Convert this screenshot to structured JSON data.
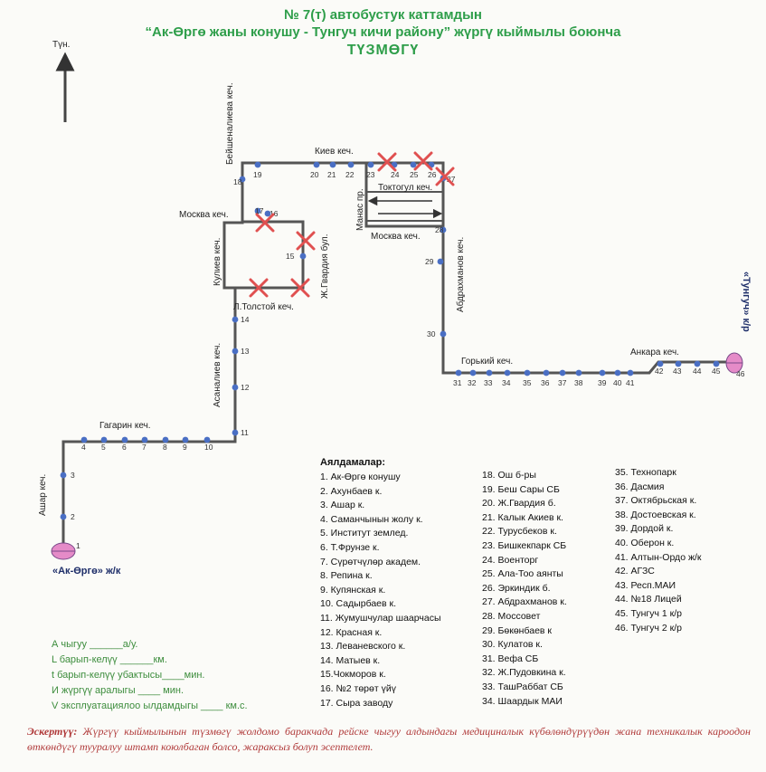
{
  "header": {
    "line1": "№ 7(т) автобустук каттамдын",
    "line2": "“Ак-Өргө жаны конушу - Тунгуч кичи району” жүргү кыймылы боюнча",
    "line3": "ТҮЗМӨГҮ"
  },
  "map": {
    "north_label": "Түн.",
    "streets": {
      "kiev": "Киев кеч.",
      "beishenalieva": "Бейшеналиева кеч.",
      "moskva_left": "Москва кеч.",
      "moskva_right": "Москва кеч.",
      "kuliev": "Кулиев кеч.",
      "gvardiya": "Ж.Гвардия бул.",
      "tolstoy": "Л.Толстой кеч.",
      "asanaliev": "Асаналиев кеч.",
      "gagarin": "Гагарин кеч.",
      "ashar": "Ашар кеч.",
      "manas": "Манас пр.",
      "toktogul": "Токтогул кеч.",
      "abdrakhmanov": "Абдрахманов кеч.",
      "gorky": "Горький кеч.",
      "ankara": "Анкара кеч."
    },
    "terminal_start": "«Ак-Өргө» ж/к",
    "terminal_end": "«Тунгуч» к/р",
    "stop_numbers": [
      "1",
      "2",
      "3",
      "4",
      "5",
      "6",
      "7",
      "8",
      "9",
      "10",
      "11",
      "12",
      "13",
      "14",
      "15",
      "16",
      "17",
      "18",
      "19",
      "20",
      "21",
      "22",
      "23",
      "24",
      "25",
      "26",
      "27",
      "28",
      "29",
      "30",
      "31",
      "32",
      "33",
      "34",
      "35",
      "36",
      "37",
      "38",
      "39",
      "40",
      "41",
      "42",
      "43",
      "44",
      "45",
      "46"
    ],
    "colors": {
      "route": "#555555",
      "stop": "#4a6fc4",
      "cross": "#e05050",
      "terminal": "#e58bc8"
    }
  },
  "legend": {
    "title": "Аялдамалар:",
    "col1": [
      "1. Ак-Өргө конушу",
      "2. Ахунбаев к.",
      "3. Ашар к.",
      "4. Саманчынын жолу к.",
      "5. Институт землед.",
      "6. Т.Фрунзе к.",
      "7. Сүрөтчүлөр академ.",
      "8. Репина к.",
      "9. Купянская к.",
      "10. Садырбаев к.",
      "11. Жумушчулар шаарчасы",
      "12. Красная к.",
      "13. Леваневского к.",
      "14. Матыев к.",
      "15.Чокморов к.",
      "16. №2 төрөт үйү",
      "17. Сыра заводу"
    ],
    "col2": [
      "18. Ош б-ры",
      "19. Беш Сары СБ",
      "20. Ж.Гвардия б.",
      "21. Калык Акиев к.",
      "22. Турусбеков к.",
      "23. Бишкекпарк СБ",
      "24. Военторг",
      "25. Ала-Тоо аянты",
      "26. Эркиндик б.",
      "27. Абдрахманов к.",
      "28. Моссовет",
      "29. Бөкөнбаев к",
      "30. Кулатов к.",
      "31. Вефа СБ",
      "32. Ж.Пудовкина к.",
      "33. ТашРаббат СБ",
      "34. Шаардык МАИ"
    ],
    "col3": [
      "35. Технопарк",
      "36. Дасмия",
      "37. Октябрьская к.",
      "38. Достоевская к.",
      "39. Дордой к.",
      "40. Оберон к.",
      "41. Алтын-Ордо ж/к",
      "42. АГЗС",
      "43. Респ.МАИ",
      "44. №18 Лицей",
      "45. Тунгуч 1 к/р",
      "46. Тунгуч 2 к/р"
    ]
  },
  "fill_in": {
    "l1": "А чыгуу ______а/у.",
    "l2": "L барып-келүү ______км.",
    "l3": "t барып-келүү убактысы____мин.",
    "l4": "И жүргүү аралыгы ____ мин.",
    "l5": "V эксплуатациялоо ылдамдыгы ____ км.с."
  },
  "note": {
    "label": "Эскертүү:",
    "text": "Жүргүү кыймылынын түзмөгү жолдомо баракчада рейске чыгуу алдындагы медициналык күбөлөндүрүүдөн жана техникалык кароодон өткөндүгү тууралуу штамп коюлбаган болсо, жараксыз болуп эсептелет."
  }
}
